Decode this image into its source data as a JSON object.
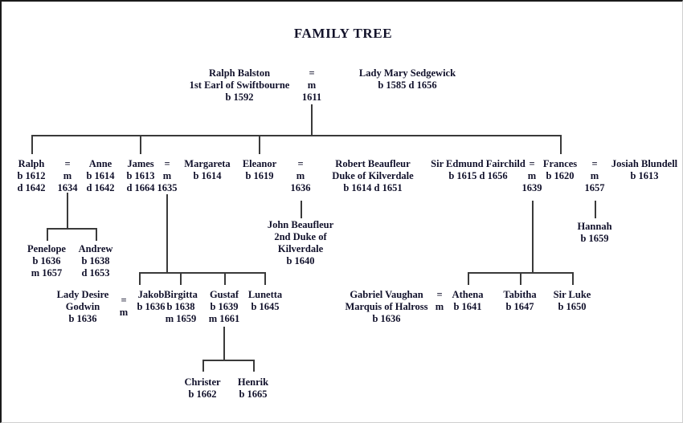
{
  "title": "FAMILY TREE",
  "generation1": {
    "husband": {
      "lines": [
        "Ralph Balston",
        "1st Earl of Swiftbourne",
        "b 1592"
      ]
    },
    "marriage": {
      "symbol": "=",
      "m": "m",
      "year": "1611"
    },
    "wife": {
      "lines": [
        "Lady Mary Sedgewick",
        "b 1585  d 1656"
      ]
    }
  },
  "generation2": {
    "ralph": {
      "lines": [
        "Ralph",
        "b 1612",
        "d 1642"
      ]
    },
    "m_ralph": {
      "symbol": "=",
      "m": "m",
      "year": "1634"
    },
    "anne": {
      "lines": [
        "Anne",
        "b 1614",
        "d 1642"
      ]
    },
    "james": {
      "lines": [
        "James",
        "b 1613",
        "d 1664"
      ]
    },
    "m_james": {
      "symbol": "=",
      "m": "m",
      "year": "1635"
    },
    "margareta": {
      "lines": [
        "Margareta",
        "b 1614"
      ]
    },
    "eleanor": {
      "lines": [
        "Eleanor",
        "b 1619"
      ]
    },
    "m_eleanor": {
      "symbol": "=",
      "m": "m",
      "year": "1636"
    },
    "robert": {
      "lines": [
        "Robert Beaufleur",
        "Duke of Kilverdale",
        "b 1614  d 1651"
      ]
    },
    "edmund": {
      "lines": [
        "Sir Edmund Fairchild",
        "b 1615  d 1656"
      ]
    },
    "m_edmund": {
      "symbol": "=",
      "m": "m",
      "year": "1639"
    },
    "frances": {
      "lines": [
        "Frances",
        "b 1620"
      ]
    },
    "m_josiah": {
      "symbol": "=",
      "m": "m",
      "year": "1657"
    },
    "josiah": {
      "lines": [
        "Josiah Blundell",
        "b 1613"
      ]
    }
  },
  "generation3": {
    "john": {
      "lines": [
        "John Beaufleur",
        "2nd Duke of",
        "Kilverdale",
        "b 1640"
      ]
    },
    "penelope": {
      "lines": [
        "Penelope",
        "b 1636",
        "m 1657"
      ]
    },
    "andrew": {
      "lines": [
        "Andrew",
        "b 1638",
        "d 1653"
      ]
    },
    "hannah": {
      "lines": [
        "Hannah",
        "b 1659"
      ]
    },
    "desire": {
      "lines": [
        "Lady  Desire",
        "Godwin",
        "b 1636"
      ]
    },
    "m_desire": {
      "symbol": "=",
      "m": "m",
      "year": ""
    },
    "jakob": {
      "lines": [
        "Jakob",
        "b 1636"
      ]
    },
    "birgitta": {
      "lines": [
        "Birgitta",
        "b 1638",
        "m 1659"
      ]
    },
    "gustaf": {
      "lines": [
        "Gustaf",
        "b 1639",
        "m 1661"
      ]
    },
    "lunetta": {
      "lines": [
        "Lunetta",
        "b 1645"
      ]
    },
    "gabriel": {
      "lines": [
        "Gabriel Vaughan",
        "Marquis of Halross",
        "b 1636"
      ]
    },
    "m_gabriel": {
      "symbol": "=",
      "m": "m",
      "year": ""
    },
    "athena": {
      "lines": [
        "Athena",
        "b 1641"
      ]
    },
    "tabitha": {
      "lines": [
        "Tabitha",
        "b 1647"
      ]
    },
    "luke": {
      "lines": [
        "Sir Luke",
        "b 1650"
      ]
    }
  },
  "generation4": {
    "christer": {
      "lines": [
        "Christer",
        "b 1662"
      ]
    },
    "henrik": {
      "lines": [
        "Henrik",
        "b 1665"
      ]
    }
  }
}
